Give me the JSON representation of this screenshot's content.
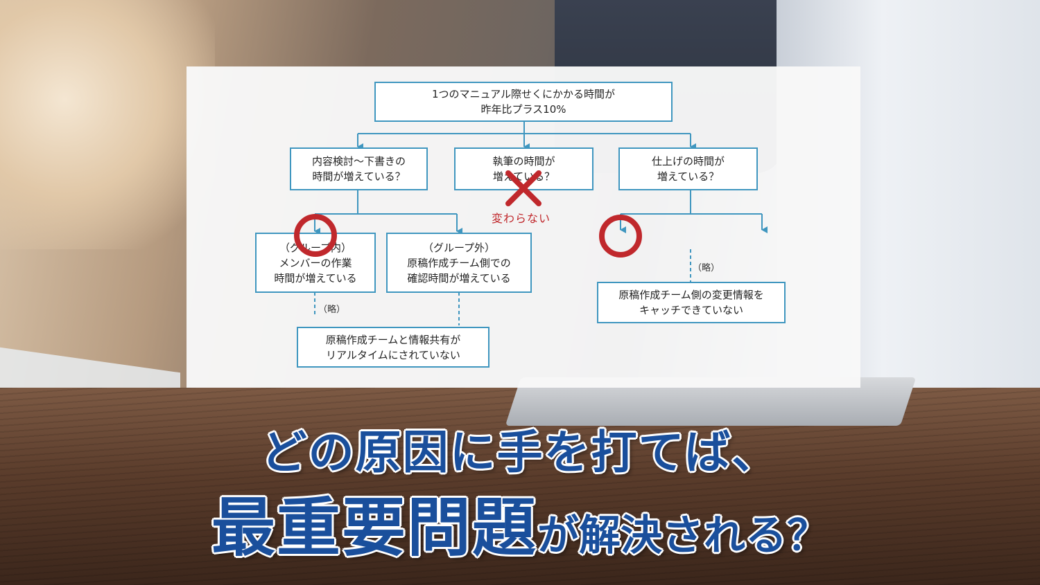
{
  "diagram": {
    "root": {
      "lines": [
        "1つのマニュアル際せくにかかる時間が",
        "昨年比プラス10%"
      ]
    },
    "level1": [
      {
        "lines": [
          "内容検討〜下書きの",
          "時間が増えている？"
        ]
      },
      {
        "lines": [
          "執筆の時間が",
          "増えている？"
        ]
      },
      {
        "lines": [
          "仕上げの時間が",
          "増えている？"
        ]
      }
    ],
    "level2": [
      {
        "lines": [
          "（グループ内）",
          "メンバーの作業",
          "時間が増えている"
        ]
      },
      {
        "lines": [
          "（グループ外）",
          "原稿作成チーム側での",
          "確認時間が増えている"
        ]
      },
      {
        "lines": [
          "原稿作成チーム側の変更情報を",
          "キャッチできていない"
        ]
      }
    ],
    "level3": [
      {
        "lines": [
          "原稿作成チームと情報共有が",
          "リアルタイムにされていない"
        ]
      }
    ],
    "notes": {
      "left": "（略）",
      "right": "（略）"
    },
    "rejected_label": "変わらない",
    "line_color": "#3f96bf",
    "mark_color": "#c0282c"
  },
  "headline": {
    "line1": "どの原因に手を打てば、",
    "line2_emphasis": "最重要問題",
    "line2_rest": "が解決される？",
    "color": "#1a4f9c"
  }
}
